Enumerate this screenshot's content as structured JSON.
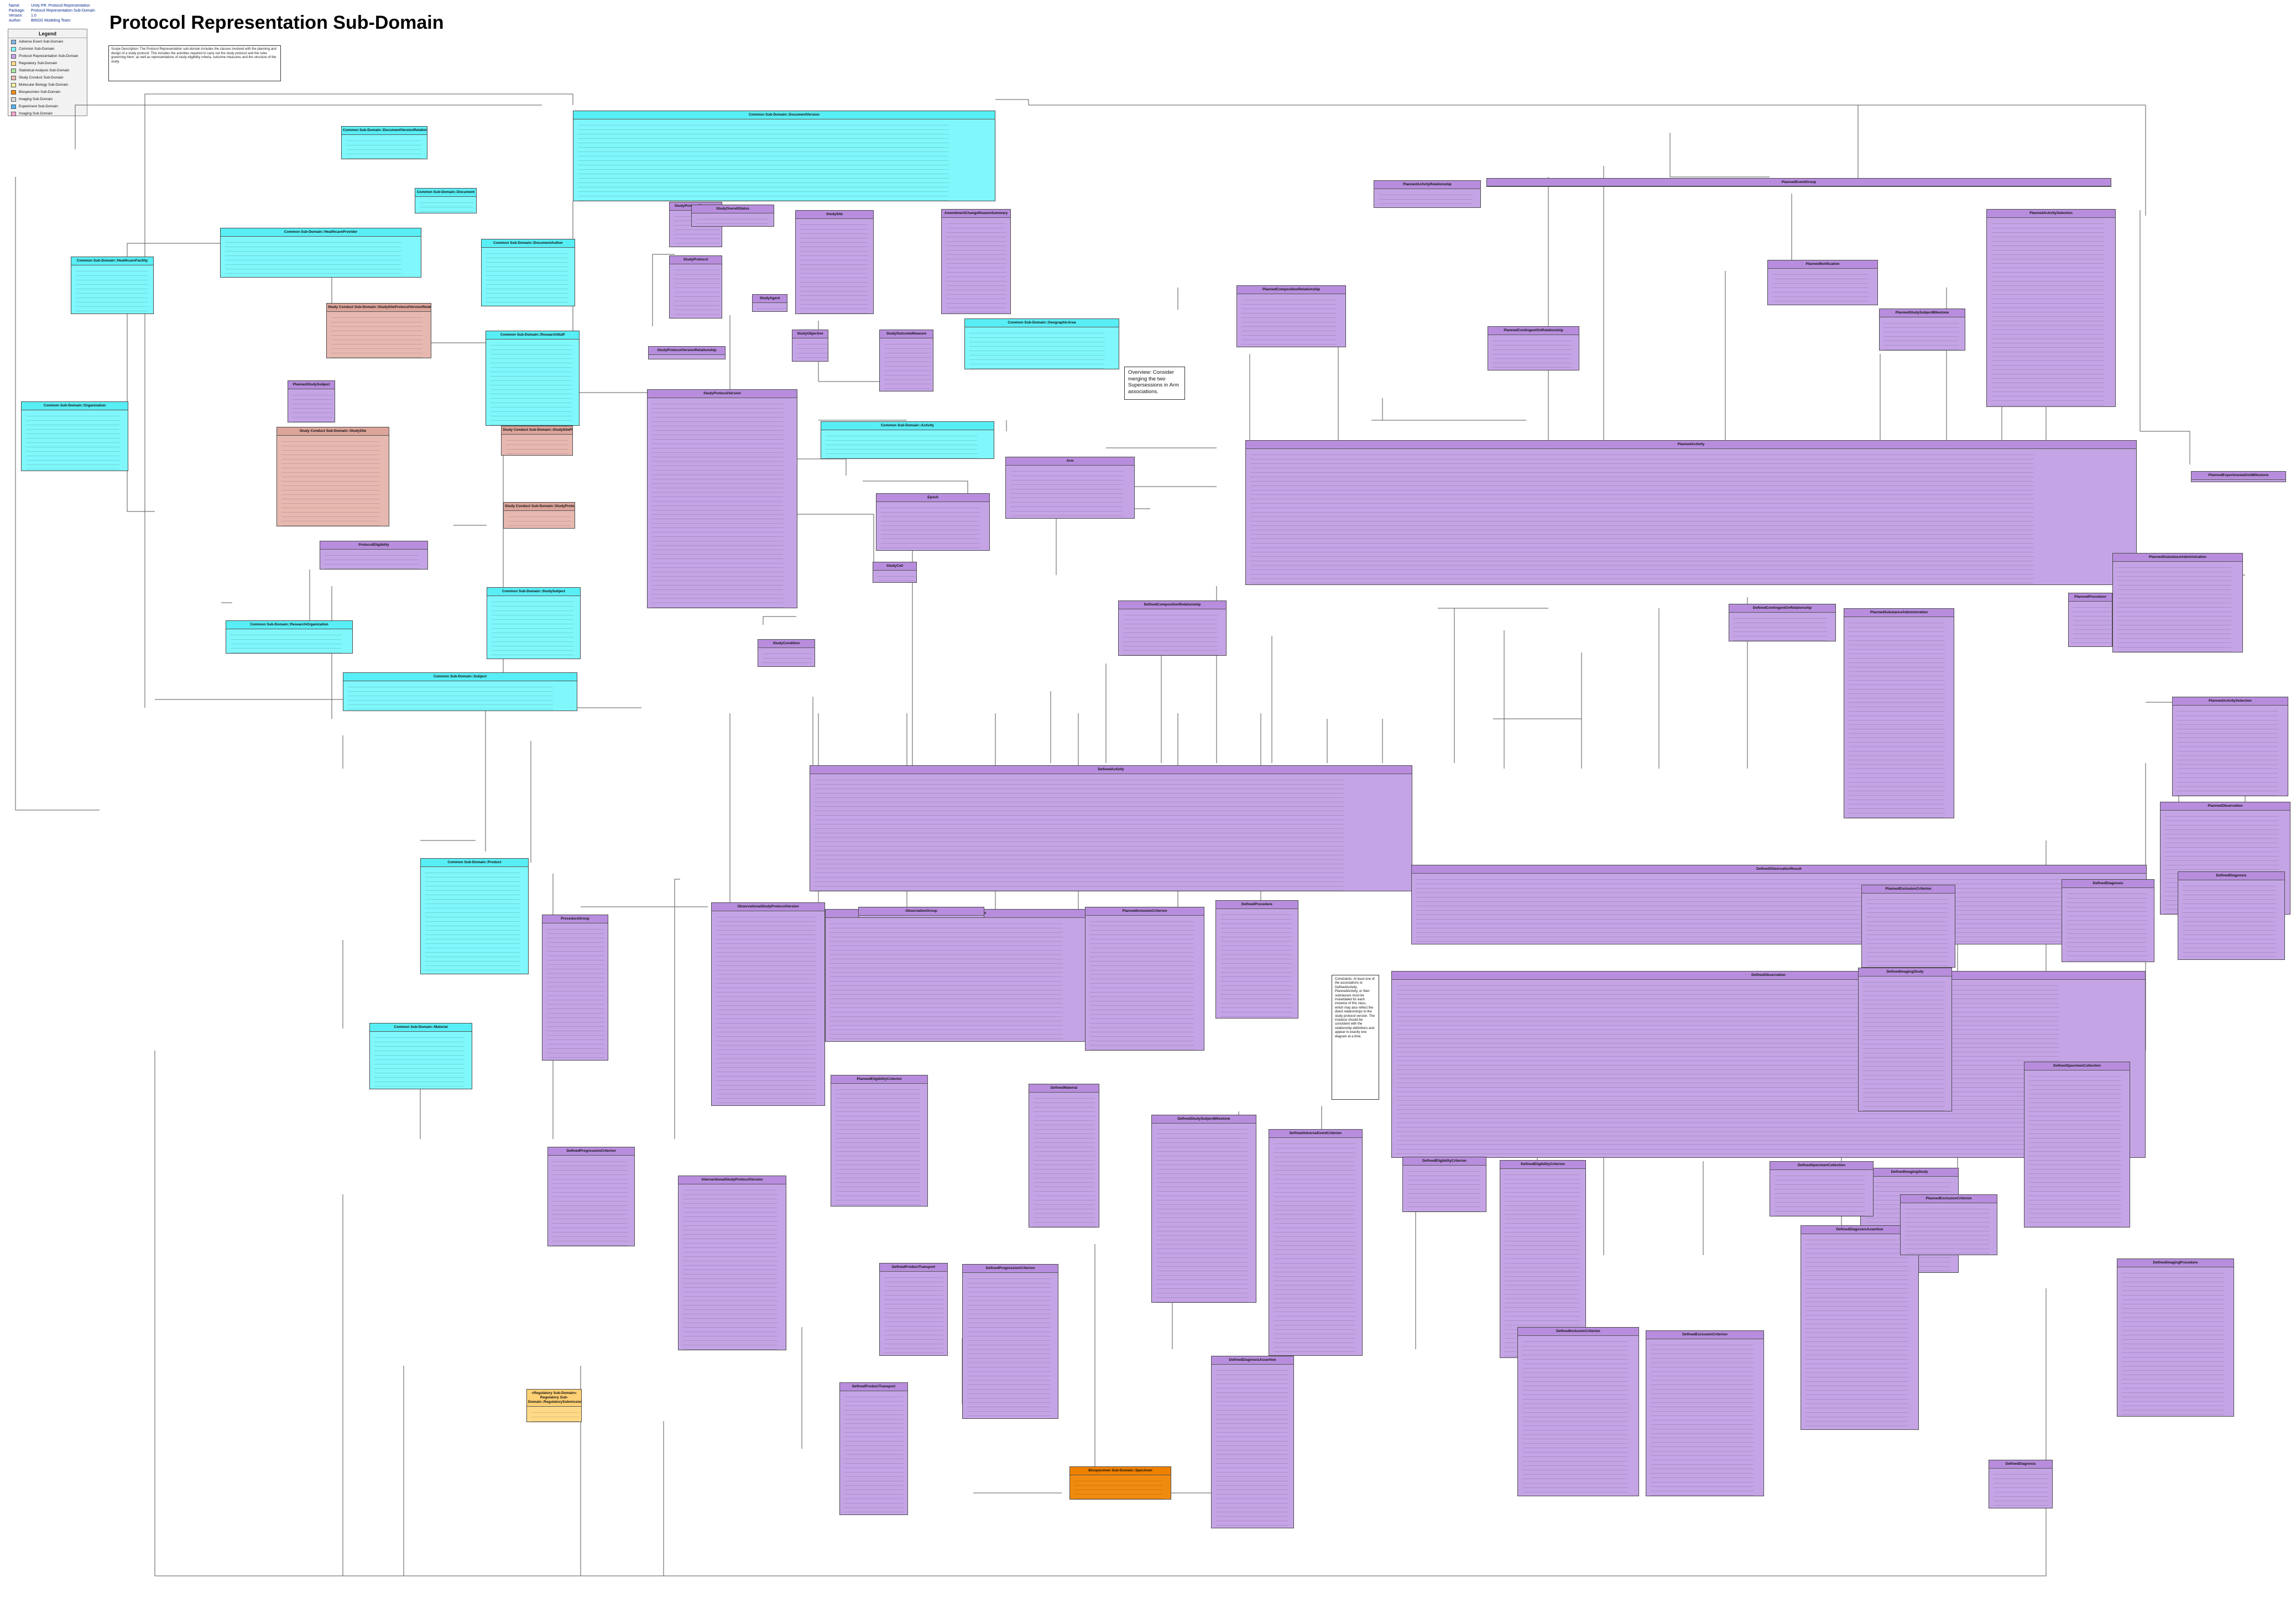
{
  "header": {
    "rows": [
      {
        "key": "Name:",
        "value": "Unity PR: Protocol Representation"
      },
      {
        "key": "Package:",
        "value": "Protocol Representation Sub-Domain"
      },
      {
        "key": "Version:",
        "value": "1.0"
      },
      {
        "key": "Author:",
        "value": "BRIDG Modeling Team"
      }
    ],
    "title": "Protocol Representation Sub-Domain"
  },
  "legend": {
    "title": "Legend",
    "items": [
      {
        "label": "Adverse Event Sub-Domain",
        "color": "#7fb7e6"
      },
      {
        "label": "Common Sub-Domain",
        "color": "#7ff7fb"
      },
      {
        "label": "Protocol Representation Sub-Domain",
        "color": "#c5a4e6"
      },
      {
        "label": "Regulatory Sub-Domain",
        "color": "#ffd986"
      },
      {
        "label": "Statistical Analysis Sub-Domain",
        "color": "#a9e6a1"
      },
      {
        "label": "Study Conduct Sub-Domain",
        "color": "#e6b8b0"
      },
      {
        "label": "Molecular Biology Sub-Domain",
        "color": "#f5f0a0"
      },
      {
        "label": "Biospecimen Sub-Domain",
        "color": "#f08b0f"
      },
      {
        "label": "Imaging Sub-Domain",
        "color": "#d8d8d8"
      },
      {
        "label": "Experiment Sub-Domain",
        "color": "#4fb1f7"
      },
      {
        "label": "Imaging Sub-Domain",
        "color": "#f7a8d0"
      }
    ]
  },
  "notes": {
    "description": "Scope Description: The Protocol Representation sub-domain includes the classes involved with the planning and design of a study protocol. This includes the activities required to carry out the study protocol and the rules governing them, as well as representations of study eligibility criteria, outcome measures and the structure of the study.",
    "overview": "Overview: Consider merging the two Supersessions in Arm associations.",
    "constraint": "Constraints: At least one of the associations to DefinedActivity, PlannedActivity, or their subclasses must be instantiated for each instance of this class, which may also reflect the direct relationships to the study protocol version. The instance should be consistent with the relationship definitions and appear in exactly one diagram at a time."
  },
  "colors": {
    "protocol": "#c5a4e6",
    "common": "#7ff7fb",
    "study_conduct": "#e6b8b0",
    "biospecimen": "#f08b0f",
    "regulatory": "#ffd986"
  },
  "classes": [
    {
      "title": "Common Sub-Domain::DocumentVersion"
    },
    {
      "title": "Common Sub-Domain::DocumentVersionRelationship"
    },
    {
      "title": "Common Sub-Domain::Document"
    },
    {
      "title": "Common Sub-Domain::HealthcareProvider"
    },
    {
      "title": "Common Sub-Domain::HealthcareFacility"
    },
    {
      "title": "Common Sub-Domain::Organization"
    },
    {
      "title": "Common Sub-Domain::DocumentAuthor"
    },
    {
      "title": "Common Sub-Domain::ResearchStaff"
    },
    {
      "title": "Common Sub-Domain::ResearchOrganization"
    },
    {
      "title": "Common Sub-Domain::StudySubject"
    },
    {
      "title": "Common Sub-Domain::Subject"
    },
    {
      "title": "Common Sub-Domain::Product"
    },
    {
      "title": "Common Sub-Domain::Material"
    },
    {
      "title": "Common Sub-Domain::Activity"
    },
    {
      "title": "Common Sub-Domain::GeographicArea"
    },
    {
      "title": "Study Conduct Sub-Domain::StudySiteProtocolVersionRelationship"
    },
    {
      "title": "Study Conduct Sub-Domain::StudySite"
    },
    {
      "title": "Study Conduct Sub-Domain::StudySiteProtocolVersion"
    },
    {
      "title": "Study Conduct Sub-Domain::StudyProtocolVersion"
    },
    {
      "title": "StudyProtocolDocument"
    },
    {
      "title": "StudyProtocol"
    },
    {
      "title": "StudyProtocolVersion"
    },
    {
      "title": "StudyProtocolVersionRelationship"
    },
    {
      "title": "StudyOverallStatus"
    },
    {
      "title": "StudyObjective"
    },
    {
      "title": "StudyOutcomeMeasure"
    },
    {
      "title": "AmendmentChangeReasonSummary"
    },
    {
      "title": "StudySite"
    },
    {
      "title": "StudyAgent"
    },
    {
      "title": "Arm"
    },
    {
      "title": "Epoch"
    },
    {
      "title": "StudyCell"
    },
    {
      "title": "StudyCondition"
    },
    {
      "title": "PlannedStudySubject"
    },
    {
      "title": "ProtocolEligibility"
    },
    {
      "title": "PlannedActivity"
    },
    {
      "title": "PlannedActivityRelationship"
    },
    {
      "title": "PlannedEventGroup"
    },
    {
      "title": "PlannedActivitySelection"
    },
    {
      "title": "PlannedSubstanceAdministration"
    },
    {
      "title": "PlannedProcedure"
    },
    {
      "title": "PlannedObservation"
    },
    {
      "title": "PlannedCompositionRelationship"
    },
    {
      "title": "PlannedContingentOnRelationship"
    },
    {
      "title": "PlannedStudySubjectMilestone"
    },
    {
      "title": "PlannedNotification"
    },
    {
      "title": "PlannedExperimentalUnitMilestone"
    },
    {
      "title": "DefinedActivity"
    },
    {
      "title": "DefinedCompositionRelationship"
    },
    {
      "title": "DefinedContingentOnRelationship"
    },
    {
      "title": "DefinedSubstanceAdministration"
    },
    {
      "title": "DefinedProcedure"
    },
    {
      "title": "DefinedObservation"
    },
    {
      "title": "DefinedObservationResult"
    },
    {
      "title": "DefinedEligibilityCriterion"
    },
    {
      "title": "DefinedInclusionCriterion"
    },
    {
      "title": "DefinedExclusionCriterion"
    },
    {
      "title": "DefinedStudySubjectMilestone"
    },
    {
      "title": "DefinedMaterial"
    },
    {
      "title": "DefinedImagingStudy"
    },
    {
      "title": "DefinedProductTransport"
    },
    {
      "title": "DefinedProgressionCriterion"
    },
    {
      "title": "DefinedAdverseEventCriterion"
    },
    {
      "title": "DefinedSpecimenCollection"
    },
    {
      "title": "DefinedDiagnosisAssertion"
    },
    {
      "title": "DefinedImagingProcedure"
    },
    {
      "title": "ObservationGroup"
    },
    {
      "title": "PlannedEligibilityCriterion"
    },
    {
      "title": "PlannedInclusionCriterion"
    },
    {
      "title": "PlannedExclusionCriterion"
    },
    {
      "title": "DefinedDiagnosis"
    },
    {
      "title": "InterventionalStudyProtocolVersion"
    },
    {
      "title": "ObservationalStudyProtocolVersion"
    },
    {
      "title": "ProcedureGroup"
    },
    {
      "title": "Biospecimen Sub-Domain::Specimen"
    },
    {
      "title": "«Regulatory Sub-Domain» Regulatory Sub-Domain::RegulatorySubmission"
    }
  ]
}
